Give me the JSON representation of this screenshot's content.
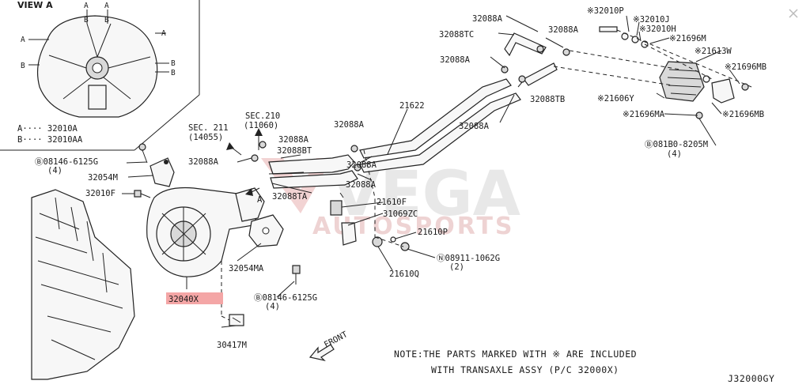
{
  "view": {
    "title": "VIEW A",
    "letters": [
      "A",
      "A",
      "A",
      "B",
      "B",
      "B",
      "B",
      "A",
      "B"
    ],
    "legend_a": "A···· 32010A",
    "legend_b": "B···· 32010AA"
  },
  "labels": {
    "p32088a_1": "32088A",
    "p32088tc": "32088TC",
    "p32088a_2": "32088A",
    "p32088a_3": "32088A",
    "p32088tb": "32088TB",
    "p32088a_4": "32088A",
    "p32010p": "※32010P",
    "p32010j": "※32010J",
    "p32010h": "※32010H",
    "p21696m": "※21696M",
    "p21613w": "※21613W",
    "p21696mb_1": "※21696MB",
    "p21606y": "※21606Y",
    "p21696ma": "※21696MA",
    "p21696mb_2": "※21696MB",
    "p081b0": "Ⓑ081B0-8205M",
    "p081b0_qty": "(4)",
    "p21622": "21622",
    "p32088a_5": "32088A",
    "p32088a_6": "32088A",
    "sec210": "SEC.210",
    "sec210_sub": "(11060)",
    "sec211": "SEC. 211",
    "sec211_sub": "(14055)",
    "p32088a_7": "32088A",
    "p32088bt": "32088BT",
    "p32088a_8": "32088A",
    "p32088ta": "32088TA",
    "p32088a_9": "32088A",
    "b08146_1": "Ⓑ08146-6125G",
    "b08146_1_qty": "(4)",
    "p32054m": "32054M",
    "p32010f": "32010F",
    "view_a_marker": "A",
    "p21610f": "21610F",
    "p31069zc": "31069ZC",
    "p21610p": "21610P",
    "n08911": "Ⓝ08911-1062G",
    "n08911_qty": "(2)",
    "p21610q": "21610Q",
    "p32054ma": "32054MA",
    "p32040x": "32040X",
    "b08146_2": "Ⓑ08146-6125G",
    "b08146_2_qty": "(4)",
    "p30417m": "30417M",
    "front": "FRONT"
  },
  "note": {
    "line1": "NOTE:THE PARTS MARKED WITH ※ ARE INCLUDED",
    "line2": "WITH TRANSAXLE ASSY (P/C 32000X)"
  },
  "diagram_code": "J32000GY",
  "watermark": {
    "line1": "VEGA",
    "line2": "AUTOSPORTS"
  },
  "colors": {
    "highlight": "#f4a6a6",
    "ink": "#1a1a1a"
  }
}
